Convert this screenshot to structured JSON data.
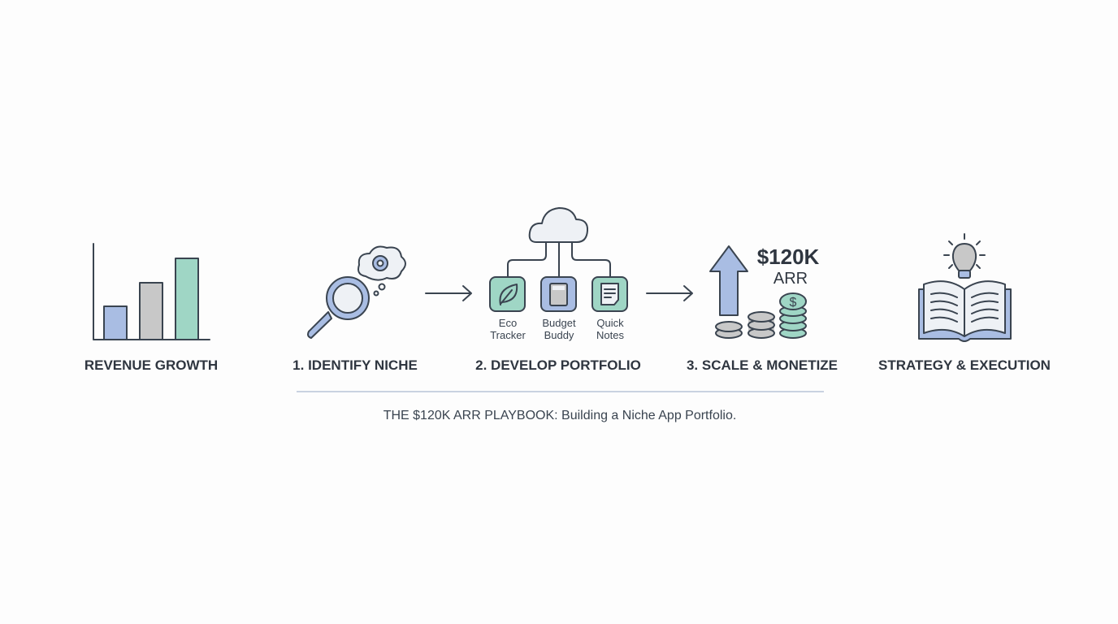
{
  "labels": {
    "revenue": "REVENUE GROWTH",
    "step1": "1. IDENTIFY NICHE",
    "step2": "2. DEVELOP PORTFOLIO",
    "step3": "3. SCALE & MONETIZE",
    "strategy": "STRATEGY & EXECUTION"
  },
  "apps": [
    {
      "line1": "Eco",
      "line2": "Tracker",
      "icon": "leaf-icon"
    },
    {
      "line1": "Budget",
      "line2": "Buddy",
      "icon": "calculator-icon"
    },
    {
      "line1": "Quick",
      "line2": "Notes",
      "icon": "note-icon"
    }
  ],
  "arr": {
    "amount": "$120K",
    "unit": "ARR"
  },
  "caption": "THE $120K ARR PLAYBOOK: Building a Niche App Portfolio.",
  "colors": {
    "blue": "#a9bde3",
    "gray": "#c8c8c8",
    "green": "#9fd6c5",
    "stroke": "#3a4450",
    "text": "#2f3640"
  }
}
